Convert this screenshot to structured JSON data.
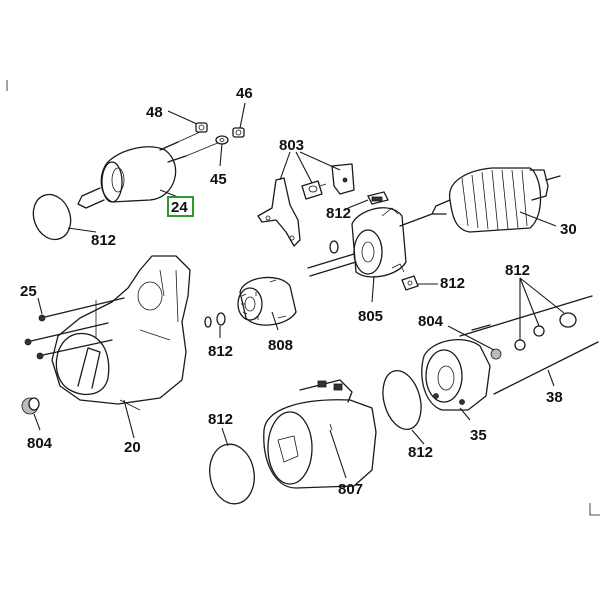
{
  "parts": {
    "p48": "48",
    "p46": "46",
    "p45": "45",
    "p24": "24",
    "p812_solenoid_ring": "812",
    "p803": "803",
    "p812_brush": "812",
    "p30": "30",
    "p25": "25",
    "p812_holder_tab": "812",
    "p812_bolts": "812",
    "p812_pinion_washer": "812",
    "p808": "808",
    "p805": "805",
    "p804_right": "804",
    "p38": "38",
    "p804_left": "804",
    "p20": "20",
    "p812_yoke_ring": "812",
    "p812_endcap_ring": "812",
    "p35": "35",
    "p807": "807"
  },
  "colors": {
    "highlight": "#2e9a2e",
    "ink": "#1a1a1a"
  }
}
